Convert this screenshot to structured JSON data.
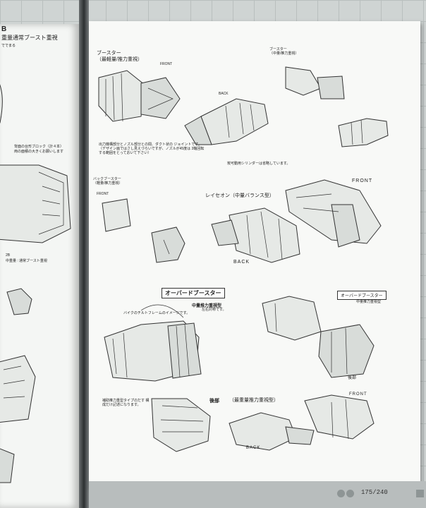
{
  "left_page": {
    "title_fragment": "B",
    "header_jp": "重量通常ブースト重視",
    "subhead_jp": "ででまる",
    "note1": "背面の台形ブロック（計４本）",
    "note2": "両の面積の大きくお願いします",
    "label_2b": "2B",
    "label_2b_sub": "中重量 : 通常ブースト重視"
  },
  "right_page": {
    "booster_title": "ブースター",
    "booster_sub": "（最軽量/推力重視）",
    "label_front_1": "FRONT",
    "label_back_1": "BACK",
    "booster_note": "出力機構部分とノズル部分との間、ダクト状の ジョイントです。 （デザイン画ではさし見えづらいですが、ノズルが45度は 3軸回転する範囲をとっておいて下さい）",
    "cylinder_note": "炭可動用シリンダーは省略しています。",
    "small_booster_title": "ブースター",
    "small_booster_sub": "（中量/推力重視）",
    "back_booster_title": "バックブースター",
    "back_booster_sub": "（軽量/推力重視）",
    "label_front_2": "FRONT",
    "reiseon_title": "レイセオン（中量バランス型）",
    "label_front_3": "FRONT",
    "label_back_3": "BACK",
    "over_booster_1": "オーバードブースター",
    "over_booster_1_sub1": "中量推力重視型",
    "over_booster_1_sub2": "左右対称です。",
    "bike_note": "バイクのチルトフレームのイメージです。",
    "over_booster_2": "オーバードブースター",
    "over_booster_2_sub": "中量推力重視型",
    "nozzle_note": "補助推力重型タイプのだす 構成だけ記述になります。",
    "rear_label": "後部",
    "heavy_title": "（最重量推力重視型）",
    "label_front_4": "FRONT",
    "label_back_4": "BACK",
    "rear_label_2": "後部",
    "page_number": "175/240"
  }
}
